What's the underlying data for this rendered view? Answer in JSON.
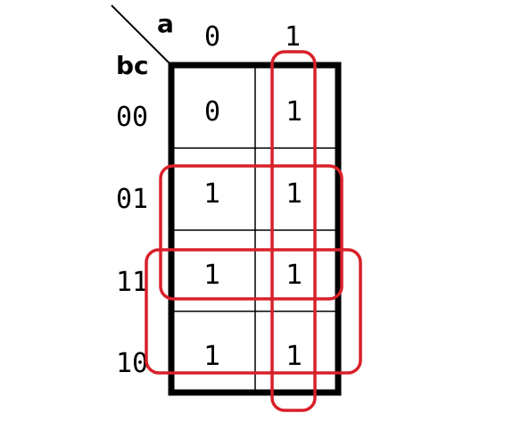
{
  "kmap": {
    "col_variable": "a",
    "row_variable": "bc",
    "col_headers": [
      "0",
      "1"
    ],
    "row_headers": [
      "00",
      "01",
      "11",
      "10"
    ],
    "cells": [
      [
        "0",
        "1"
      ],
      [
        "1",
        "1"
      ],
      [
        "1",
        "1"
      ],
      [
        "1",
        "1"
      ]
    ],
    "group_color": "#d9202a",
    "border_color": "#000000",
    "groups": [
      {
        "rows": [
          0,
          3
        ],
        "cols": [
          1,
          1
        ]
      },
      {
        "rows": [
          1,
          2
        ],
        "cols": [
          0,
          1
        ]
      },
      {
        "rows": [
          2,
          3
        ],
        "cols": [
          0,
          1
        ]
      }
    ]
  }
}
